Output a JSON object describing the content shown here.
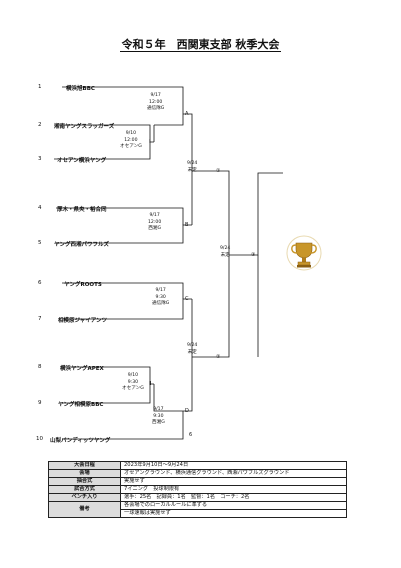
{
  "title": "令和５年　西関東支部 秋季大会",
  "teams": [
    {
      "num": "1",
      "name": "横浜旭BBC"
    },
    {
      "num": "2",
      "name": "湘南ヤングスラッガーズ"
    },
    {
      "num": "3",
      "name": "オセアン横浜ヤング"
    },
    {
      "num": "4",
      "name": "厚木・県央・裕合同"
    },
    {
      "num": "5",
      "name": "ヤング西湘パワフルズ"
    },
    {
      "num": "6",
      "name": "ヤングROOTS"
    },
    {
      "num": "7",
      "name": "相模原ジャイアンツ"
    },
    {
      "num": "8",
      "name": "横浜ヤングAPEX"
    },
    {
      "num": "9",
      "name": "ヤング相模原BBC"
    },
    {
      "num": "10",
      "name": "山梨バンディッツヤング"
    }
  ],
  "matches": {
    "A": {
      "date": "9/17",
      "time": "12:00",
      "venue": "通信隊G"
    },
    "I": {
      "date": "9/10",
      "time": "12:00",
      "venue": "オセアンG"
    },
    "B": {
      "date": "9/17",
      "time": "12:00",
      "venue": "西湘G"
    },
    "C": {
      "date": "9/17",
      "time": "9:30",
      "venue": "通信隊G"
    },
    "II": {
      "date": "9/10",
      "time": "9:30",
      "venue": "オセアンG"
    },
    "D": {
      "date": "9/17",
      "time": "9:30",
      "venue": "西湘G"
    },
    "SF1": {
      "date": "9/24",
      "status": "未定"
    },
    "SF2": {
      "date": "9/24",
      "status": "未定"
    },
    "F": {
      "date": "9/24",
      "status": "未定"
    }
  },
  "labels": {
    "A": "A",
    "I": "Ⅰ",
    "B": "B",
    "C": "C",
    "II": "Ⅱ",
    "D": "D",
    "c1": "①",
    "c2": "②",
    "c3": "③",
    "six": "6"
  },
  "info": [
    {
      "key": "大会日程",
      "value": "2023年9月10日～9月24日"
    },
    {
      "key": "会場",
      "value": "オセアングラウンド、横浜通信グラウンド、西湘パワフルズグラウンド"
    },
    {
      "key": "抽合式",
      "value": "実施せず"
    },
    {
      "key": "試合方式",
      "value": "7イニング　投球制限有"
    },
    {
      "key": "ベンチ入り",
      "value": "選手：25名　記録員：1名　監督：1名　コーチ：2名"
    },
    {
      "key": "備考",
      "value": "各会場でのローカルルールに準ずる"
    },
    {
      "key": "",
      "value": "一球速報は実施せず"
    }
  ],
  "colors": {
    "line": "#111111",
    "trophy": "#c8962a"
  }
}
